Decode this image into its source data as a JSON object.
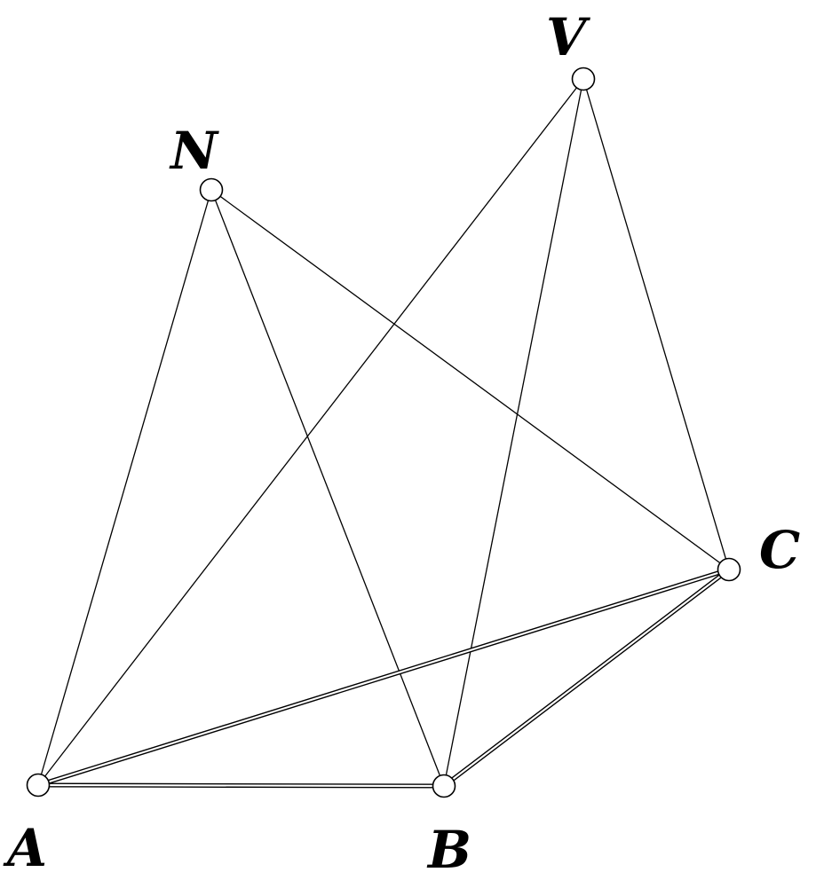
{
  "diagram": {
    "vertices": [
      {
        "id": "A",
        "label": "A"
      },
      {
        "id": "B",
        "label": "B"
      },
      {
        "id": "C",
        "label": "C"
      },
      {
        "id": "N",
        "label": "N"
      },
      {
        "id": "V",
        "label": "V"
      }
    ],
    "edges": [
      {
        "from": "N",
        "to": "A",
        "style": "single"
      },
      {
        "from": "N",
        "to": "B",
        "style": "single"
      },
      {
        "from": "N",
        "to": "C",
        "style": "single"
      },
      {
        "from": "V",
        "to": "A",
        "style": "single"
      },
      {
        "from": "V",
        "to": "B",
        "style": "single"
      },
      {
        "from": "V",
        "to": "C",
        "style": "single"
      },
      {
        "from": "A",
        "to": "B",
        "style": "double"
      },
      {
        "from": "A",
        "to": "C",
        "style": "double"
      },
      {
        "from": "B",
        "to": "C",
        "style": "double"
      }
    ],
    "colors": {
      "stroke": "#000000",
      "vertex_fill": "#ffffff",
      "background": "#ffffff"
    }
  }
}
